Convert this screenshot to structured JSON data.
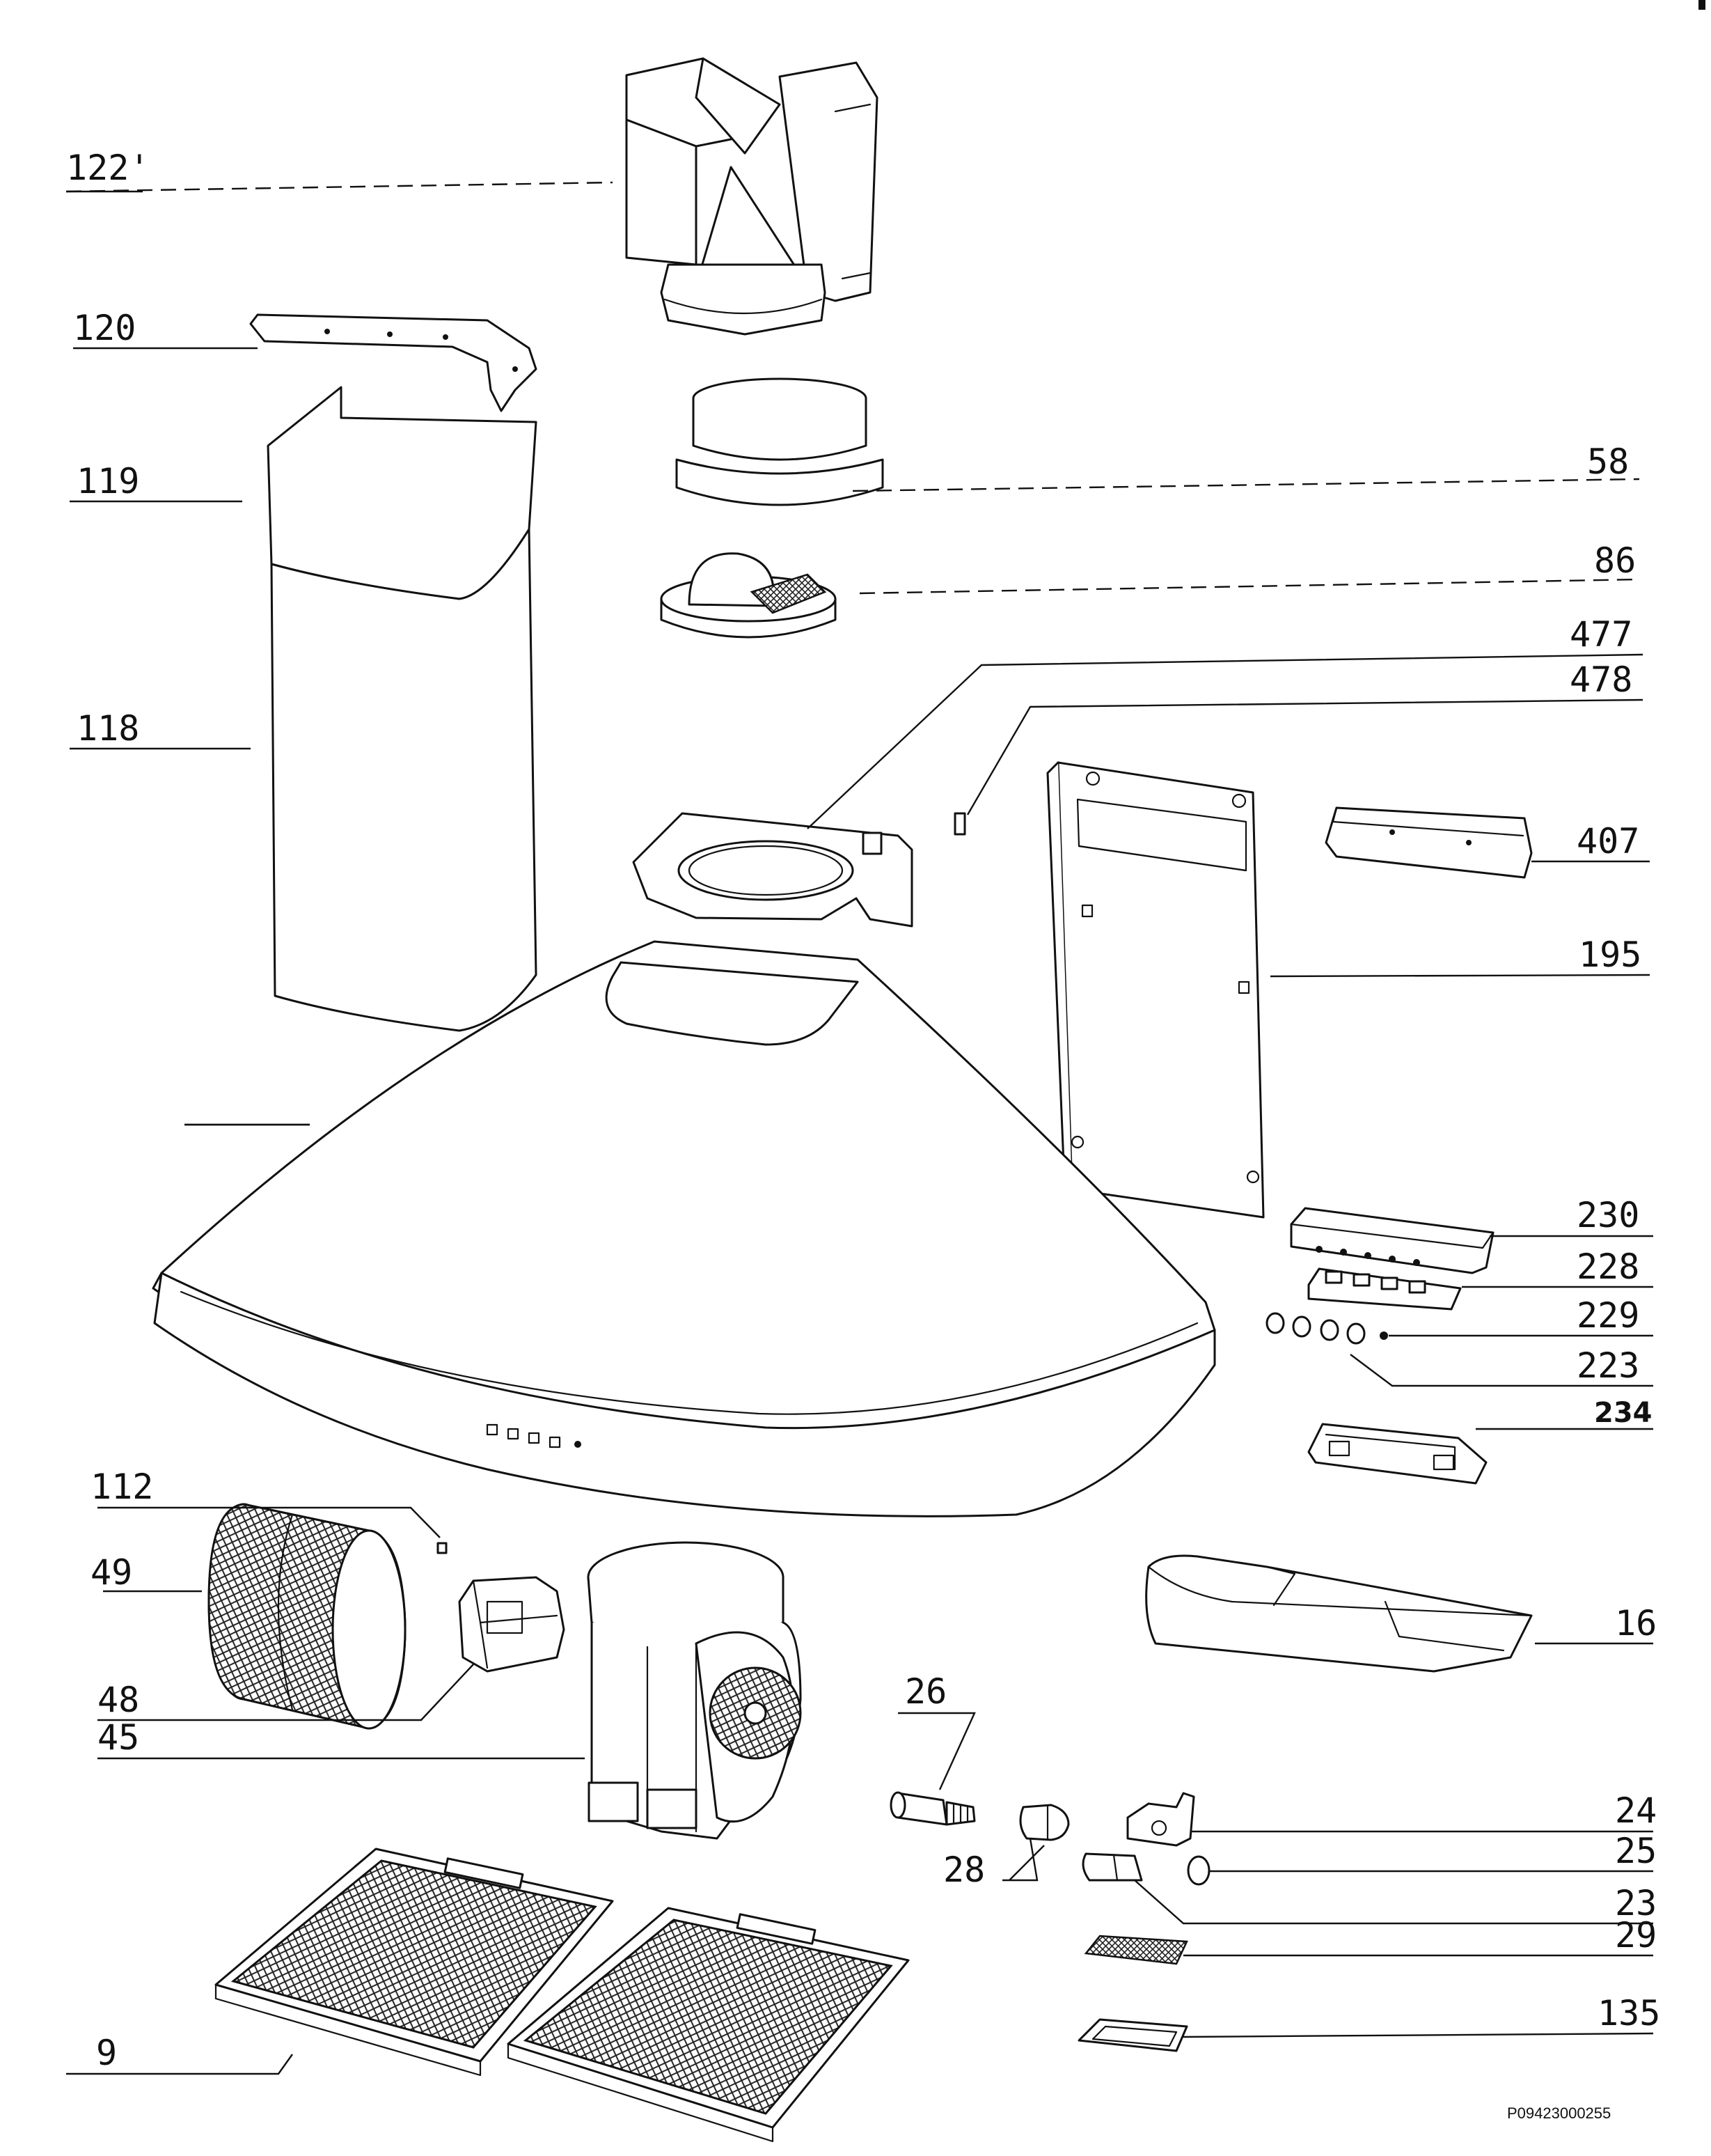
{
  "labels": {
    "p122": "122'",
    "p120": "120",
    "p119": "119",
    "p118": "118",
    "p58": "58",
    "p86": "86",
    "p477": "477",
    "p478": "478",
    "p407": "407",
    "p195": "195",
    "p230": "230",
    "p228": "228",
    "p229": "229",
    "p223": "223",
    "p234": "234",
    "p112": "112",
    "p49": "49",
    "p48": "48",
    "p45": "45",
    "p26": "26",
    "p16": "16",
    "p24": "24",
    "p28": "28",
    "p25": "25",
    "p23": "23",
    "p29": "29",
    "p9": "9",
    "p135": "135"
  },
  "document_code": "P09423000255"
}
